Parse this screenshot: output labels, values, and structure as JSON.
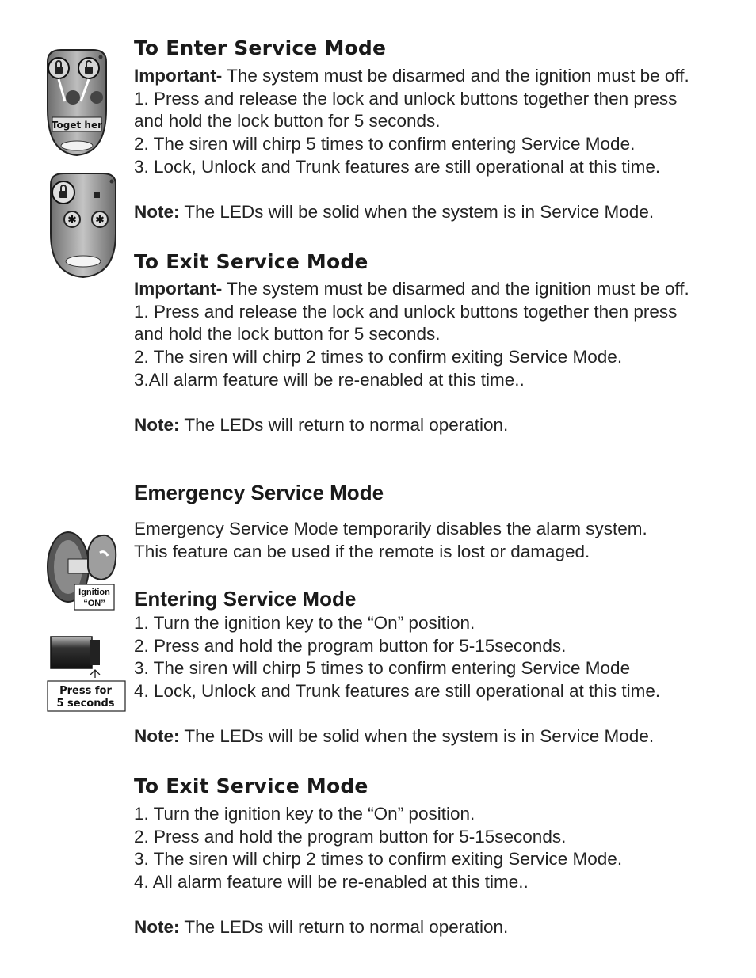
{
  "enter": {
    "title": "To Enter Service Mode",
    "important_label": "Important-",
    "important_text": " The system must be disarmed and the ignition must be off.",
    "step1a": "1. Press and release the lock and unlock buttons together then press",
    "step1b": "and hold the lock button for 5 seconds.",
    "step2": "2. The siren will chirp 5 times to confirm entering Service Mode.",
    "step3": "3. Lock, Unlock and Trunk features are still operational at this time.",
    "note_label": "Note:",
    "note_text": " The LEDs will be solid when the system is in Service Mode."
  },
  "exit": {
    "title": "To Exit Service Mode",
    "important_label": "Important-",
    "important_text": " The system must be disarmed and the ignition must be off.",
    "step1a": "1. Press and release the lock and unlock buttons together then press",
    "step1b": "and hold the lock button for 5 seconds.",
    "step2": "2. The siren will chirp 2 times to confirm exiting Service Mode.",
    "step3": "3.All alarm feature will be re-enabled at this time..",
    "note_label": "Note:",
    "note_text": " The LEDs will return to normal operation."
  },
  "emergency": {
    "title": "Emergency Service Mode",
    "desc1": "Emergency Service Mode temporarily disables the alarm system.",
    "desc2": "This feature can be used if the remote is lost or damaged."
  },
  "entering": {
    "title": "Entering Service Mode",
    "step1": "1. Turn the ignition key to the “On” position.",
    "step2": "2. Press and hold the program button for 5-15seconds.",
    "step3": "3. The siren will chirp 5 times to confirm entering Service Mode",
    "step4": "4. Lock, Unlock and Trunk features are still operational at this time.",
    "note_label": "Note:",
    "note_text": " The LEDs will be solid when the system is in Service Mode."
  },
  "exit2": {
    "title": "To Exit Service Mode",
    "step1": "1. Turn the ignition key to the “On” position.",
    "step2": "2. Press and hold the program button for 5-15seconds.",
    "step3": "3. The siren will chirp 2 times to confirm exiting Service Mode.",
    "step4": "4. All alarm feature will be re-enabled at this time..",
    "note_label": "Note:",
    "note_text": " The LEDs will return to normal operation."
  },
  "figures": {
    "together_label": "Toget her",
    "ignition_label_1": "Ignition",
    "ignition_label_2": "“ON”",
    "press_label_1": "Press for",
    "press_label_2": "5 seconds"
  }
}
